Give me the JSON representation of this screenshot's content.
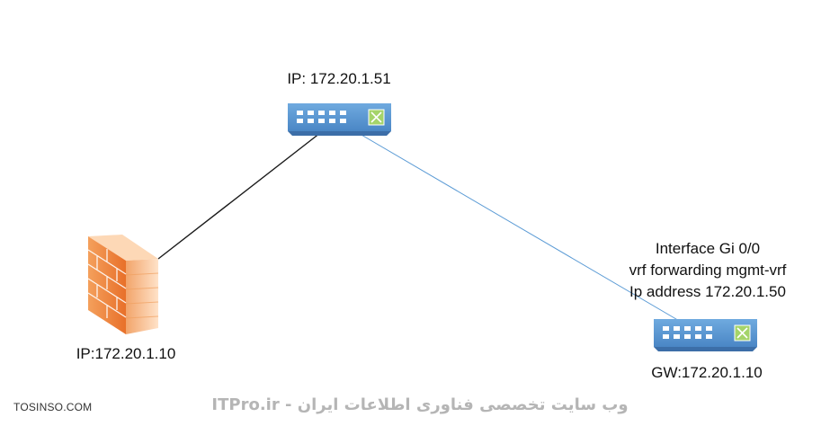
{
  "diagram": {
    "top_switch": {
      "ip_label": "IP: 172.20.1.51"
    },
    "firewall": {
      "ip_label": "IP:172.20.1.10"
    },
    "bottom_switch": {
      "config_lines": [
        "Interface Gi 0/0",
        "vrf forwarding mgmt-vrf",
        "Ip address 172.20.1.50"
      ],
      "gw_label": "GW:172.20.1.10"
    }
  },
  "watermarks": {
    "left": "TOSINSO.COM",
    "center": "ITPro.ir - وب سایت تخصصی فناوری اطلاعات ایران"
  },
  "colors": {
    "switch_body": "#5b9bd5",
    "switch_port": "#ffffff",
    "switch_uplink": "#9ccc65",
    "firewall_face": "#f08a40",
    "firewall_dark": "#c8561a",
    "line_black": "#1a1a1a",
    "line_blue": "#5b9bd5"
  },
  "icons": {
    "top_switch": "network-switch-icon",
    "bottom_switch": "network-switch-icon",
    "firewall": "firewall-brick-icon"
  }
}
